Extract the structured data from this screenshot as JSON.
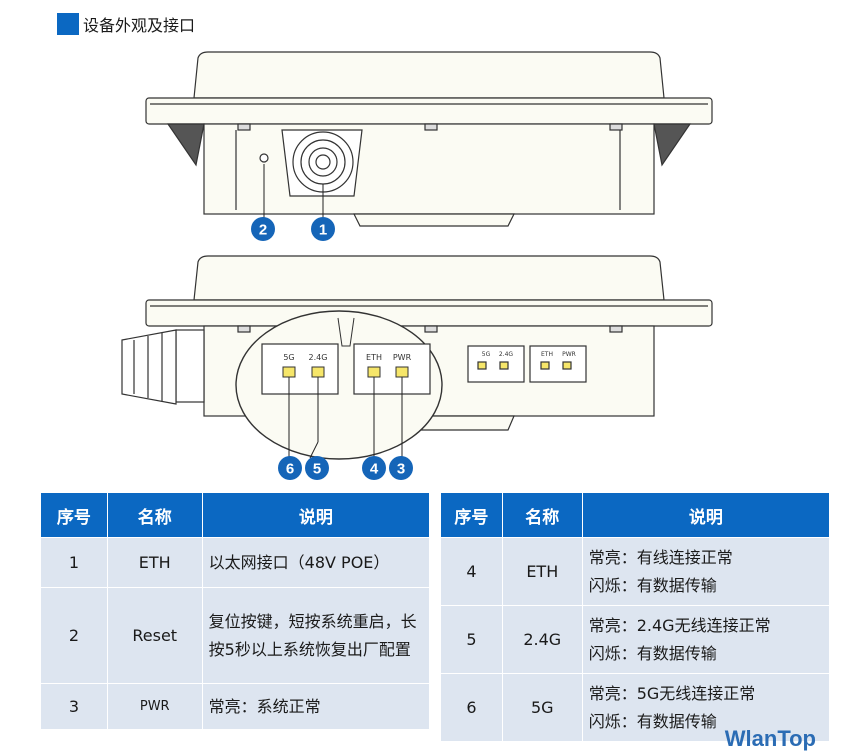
{
  "section": {
    "title": "设备外观及接口"
  },
  "callouts": {
    "n1": "1",
    "n2": "2",
    "n3": "3",
    "n4": "4",
    "n5": "5",
    "n6": "6"
  },
  "led_labels": {
    "g5": "5G",
    "g24": "2.4G",
    "eth": "ETH",
    "pwr": "PWR"
  },
  "table_left": {
    "headers": [
      "序号",
      "名称",
      "说明"
    ],
    "rows": [
      {
        "no": "1",
        "name": "ETH",
        "desc": "以太网接口（48V POE）"
      },
      {
        "no": "2",
        "name": "Reset",
        "desc": "复位按键，短按系统重启，长按5秒以上系统恢复出厂配置"
      },
      {
        "no": "3",
        "name": "PWR",
        "desc": "常亮：系统正常"
      }
    ]
  },
  "table_right": {
    "headers": [
      "序号",
      "名称",
      "说明"
    ],
    "rows": [
      {
        "no": "4",
        "name": "ETH",
        "desc_line1": "常亮：有线连接正常",
        "desc_line2": "闪烁：有数据传输"
      },
      {
        "no": "5",
        "name": "2.4G",
        "desc_line1": "常亮：2.4G无线连接正常",
        "desc_line2": "闪烁：有数据传输"
      },
      {
        "no": "6",
        "name": "5G",
        "desc_line1": "常亮：5G无线连接正常",
        "desc_line2": "闪烁：有数据传输"
      }
    ]
  },
  "brand": {
    "text": "WlanTop"
  },
  "colors": {
    "accent": "#0b68c2",
    "cell_bg": "#dde5f0",
    "callout": "#1565b8"
  }
}
